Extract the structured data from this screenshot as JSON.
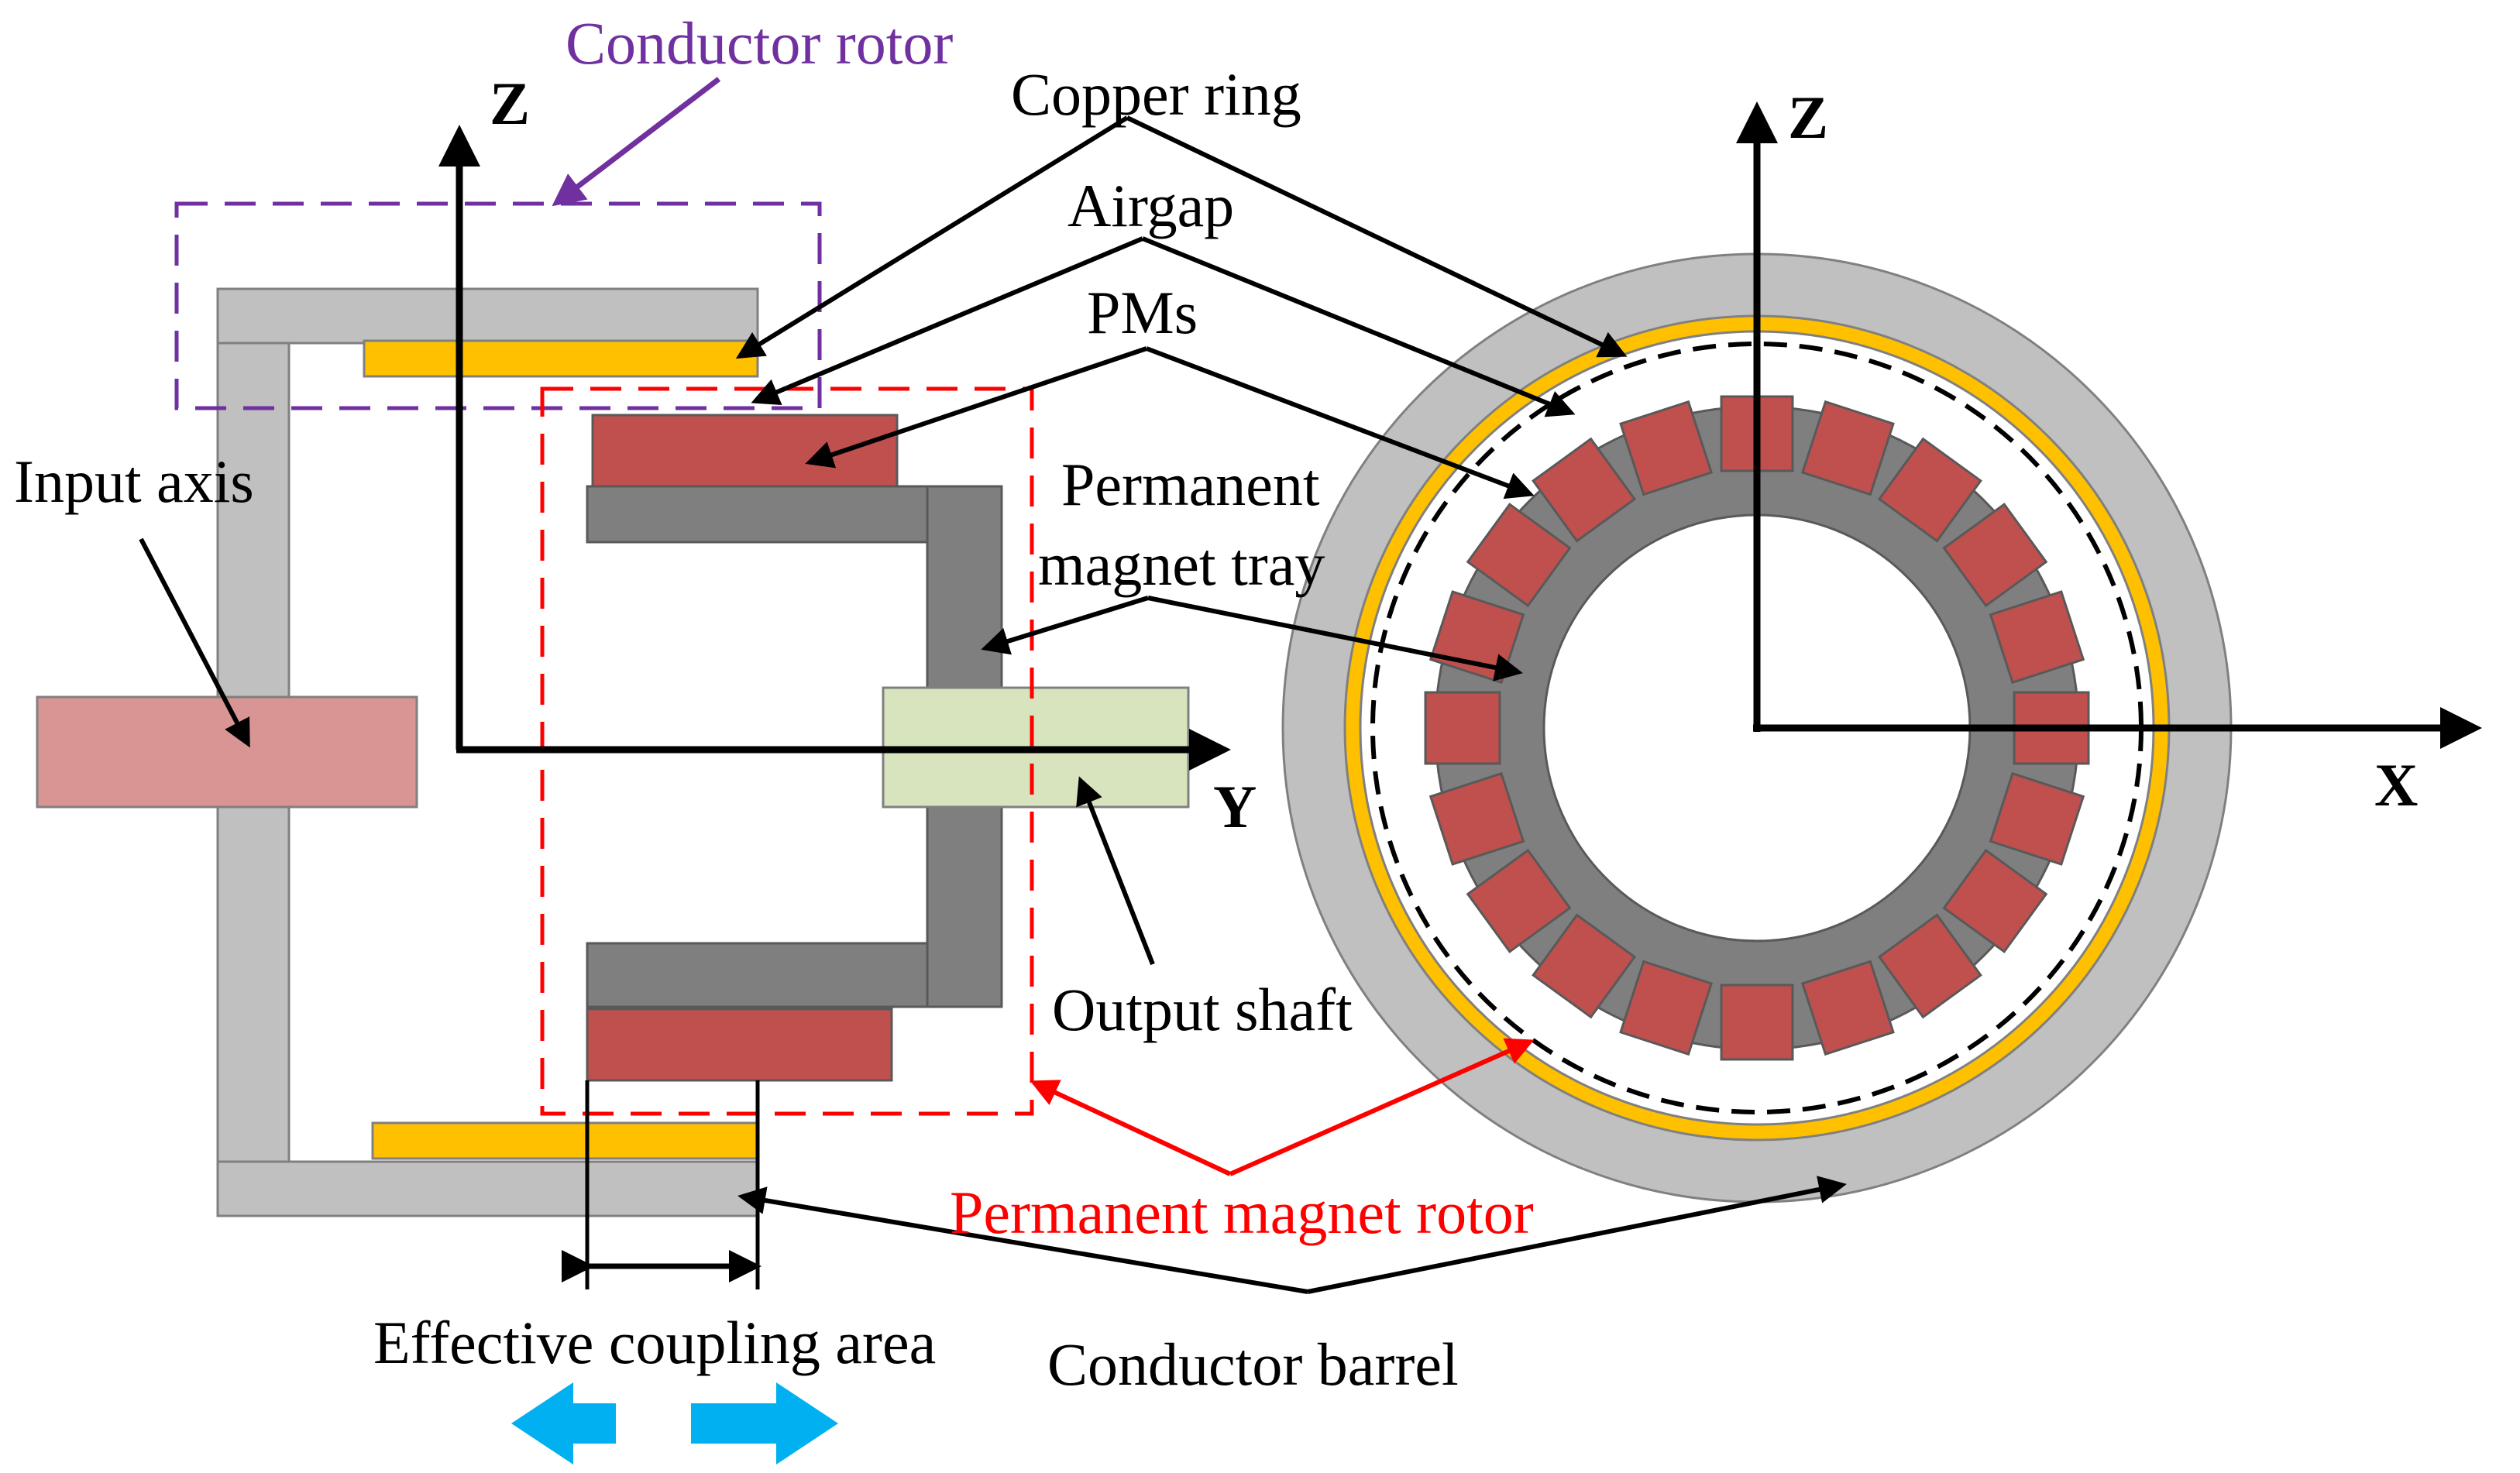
{
  "labels": {
    "conductor_rotor": "Conductor rotor",
    "copper_ring": "Copper ring",
    "airgap": "Airgap",
    "pms": "PMs",
    "permanent_magnet_tray_line1": "Permanent",
    "permanent_magnet_tray_line2": "magnet tray",
    "input_axis": "Input axis",
    "output_shaft": "Output shaft",
    "permanent_magnet_rotor": "Permanent magnet rotor",
    "conductor_barrel": "Conductor barrel",
    "effective_coupling_area": "Effective coupling area"
  },
  "axes": {
    "side_view": {
      "vertical": "Z",
      "horizontal": "Y"
    },
    "front_view": {
      "vertical": "Z",
      "horizontal": "X"
    }
  },
  "colors": {
    "conductor_barrel": "#c0c0c0",
    "copper_ring": "#ffc000",
    "permanent_magnet": "#c0504d",
    "magnet_tray": "#7f7f7f",
    "input_axis": "#d99594",
    "output_shaft": "#d7e4bd",
    "conductor_rotor_outline": "#7030a0",
    "pm_rotor_outline": "#ff0000",
    "coupling_arrows": "#00b0f0",
    "arrow": "#000000"
  },
  "front_view": {
    "magnet_count": 20
  }
}
